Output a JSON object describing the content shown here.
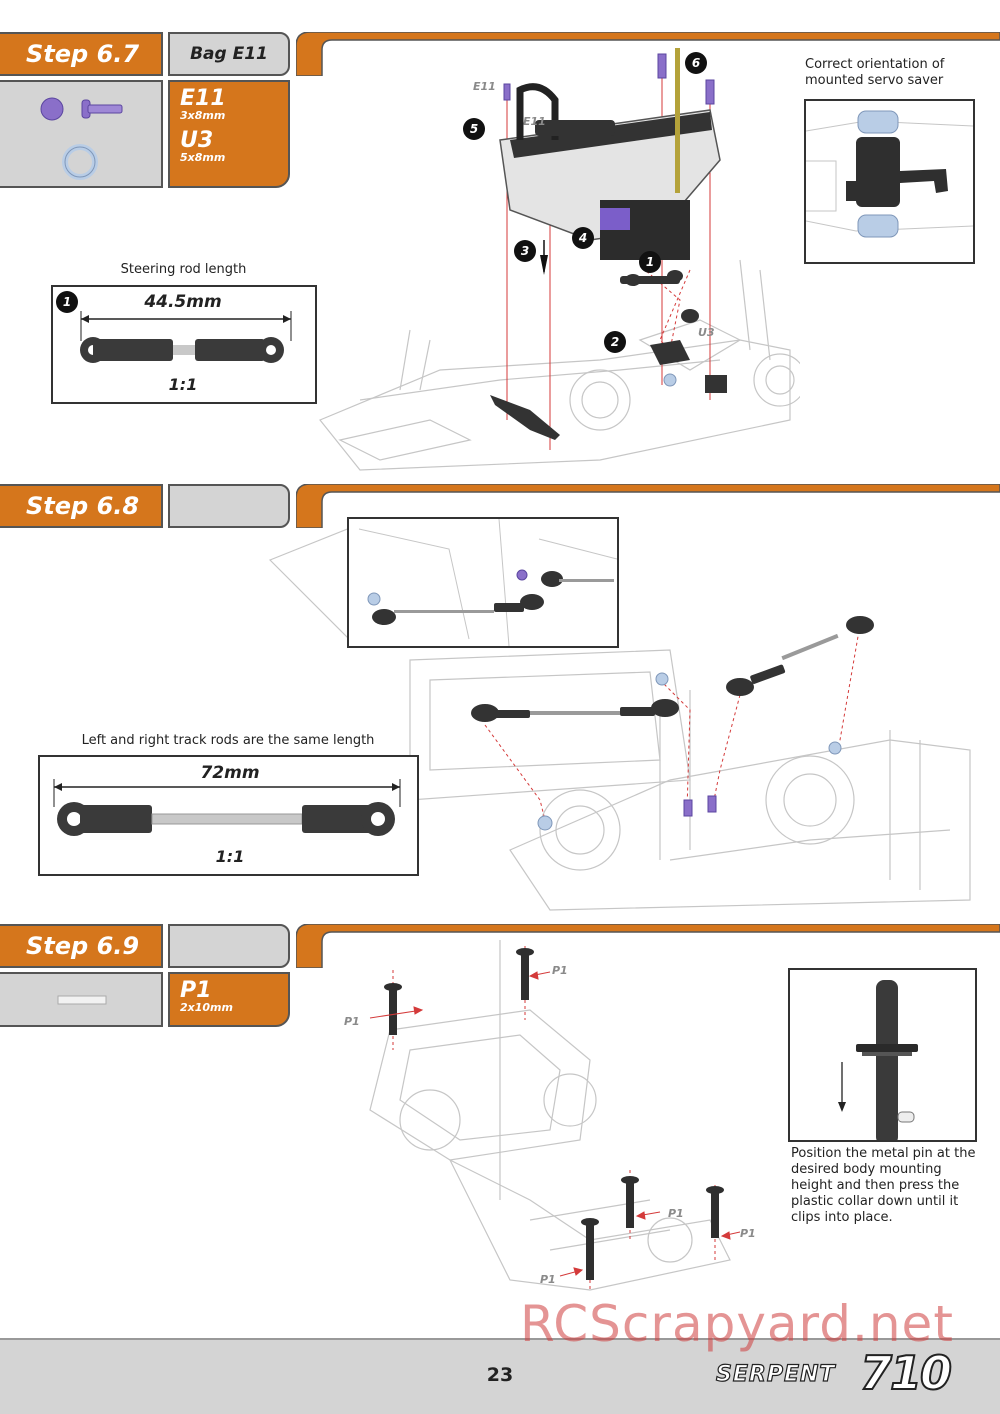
{
  "steps": [
    {
      "title": "Step 6.7",
      "bag": "Bag E11",
      "parts": [
        {
          "code": "E11",
          "size": "3x8mm"
        },
        {
          "code": "U3",
          "size": "5x8mm"
        }
      ],
      "callouts": [
        "1",
        "2",
        "3",
        "4",
        "5",
        "6"
      ],
      "diagram_labels": [
        "E11",
        "E11",
        "U3"
      ],
      "note": "Correct orientation of mounted servo saver",
      "rod_caption": "Steering rod length",
      "rod_callout": "1",
      "rod_length": "44.5mm",
      "rod_scale": "1:1"
    },
    {
      "title": "Step 6.8",
      "bag": "",
      "rod_caption": "Left and right track rods are the same length",
      "rod_length": "72mm",
      "rod_scale": "1:1"
    },
    {
      "title": "Step 6.9",
      "bag": "",
      "parts": [
        {
          "code": "P1",
          "size": "2x10mm"
        }
      ],
      "diagram_labels": [
        "P1",
        "P1",
        "P1",
        "P1",
        "P1"
      ],
      "note": "Position the metal pin at the desired body mounting height and then press the plastic collar down until it clips into place."
    }
  ],
  "footer": {
    "page_number": "23",
    "brand": "SERPENT",
    "model": "710"
  },
  "watermark": "RCScrapyard.net",
  "colors": {
    "accent_orange": "#d5761c",
    "panel_grey": "#d4d4d4",
    "outline": "#555555",
    "guide_red": "#d43a3a",
    "part_purple": "#8a6fc9"
  }
}
